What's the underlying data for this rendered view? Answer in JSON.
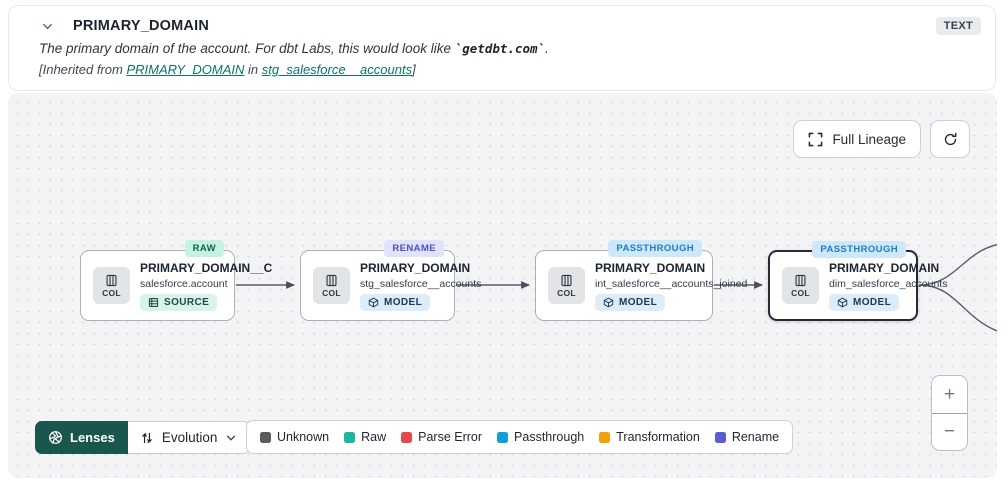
{
  "header": {
    "title": "PRIMARY_DOMAIN",
    "type_badge": "TEXT",
    "description_prefix": "The primary domain of the account. For dbt Labs, this would look like ",
    "description_code": "`getdbt.com`",
    "description_suffix": ".",
    "inherited_prefix": "[Inherited from ",
    "inherited_link_column": "PRIMARY_DOMAIN",
    "inherited_middle": " in ",
    "inherited_link_model": "stg_salesforce__accounts",
    "inherited_suffix": "]"
  },
  "toolbar": {
    "full_lineage_label": "Full Lineage"
  },
  "nodes": [
    {
      "badge": "RAW",
      "title": "PRIMARY_DOMAIN__C",
      "subtitle": "salesforce.account",
      "col_label": "COL",
      "resource_type": "SOURCE"
    },
    {
      "badge": "RENAME",
      "title": "PRIMARY_DOMAIN",
      "subtitle": "stg_salesforce__accounts",
      "col_label": "COL",
      "resource_type": "MODEL"
    },
    {
      "badge": "PASSTHROUGH",
      "title": "PRIMARY_DOMAIN",
      "subtitle": "int_salesforce__accounts_joined",
      "col_label": "COL",
      "resource_type": "MODEL"
    },
    {
      "badge": "PASSTHROUGH",
      "title": "PRIMARY_DOMAIN",
      "subtitle": "dim_salesforce_accounts",
      "col_label": "COL",
      "resource_type": "MODEL"
    }
  ],
  "lenses": {
    "button_label": "Lenses",
    "selected_lens": "Evolution"
  },
  "legend": [
    {
      "label": "Unknown",
      "color": "#5b5b60"
    },
    {
      "label": "Raw",
      "color": "#17b8a2"
    },
    {
      "label": "Parse Error",
      "color": "#e5484d"
    },
    {
      "label": "Passthrough",
      "color": "#0f9ed8"
    },
    {
      "label": "Transformation",
      "color": "#f3a009"
    },
    {
      "label": "Rename",
      "color": "#5b5bd6"
    }
  ],
  "zoom_controls": {
    "zoom_in": "+",
    "zoom_out": "−"
  },
  "colors": {
    "lenses_button": "#19564d",
    "link_teal": "#0c756b",
    "badge_raw_bg": "#c7f2e1",
    "badge_rename_bg": "#e1e2fb",
    "badge_passthrough_bg": "#cfe8f9",
    "canvas_bg": "#f4f4f6"
  }
}
